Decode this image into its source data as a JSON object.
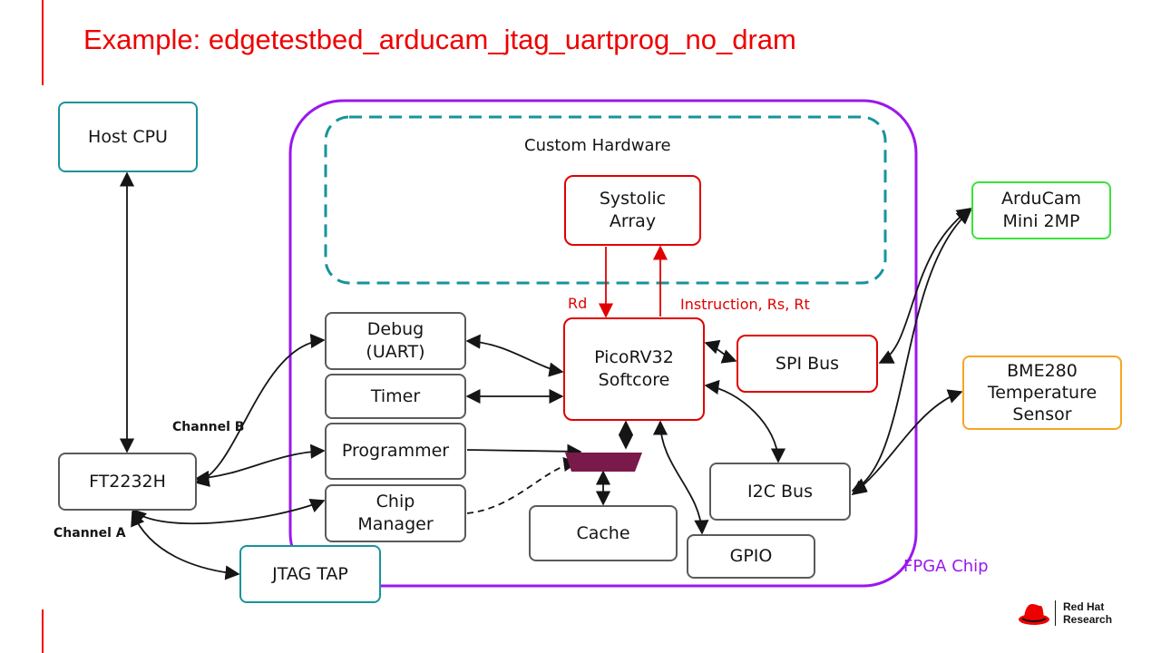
{
  "title": "Example: edgetestbed_arducam_jtag_uartprog_no_dram",
  "regions": {
    "fpga_chip": "FPGA Chip",
    "custom_hardware": "Custom Hardware"
  },
  "blocks": {
    "host_cpu": "Host CPU",
    "ft2232h": "FT2232H",
    "jtag_tap": "JTAG TAP",
    "debug_uart": "Debug\n(UART)",
    "timer": "Timer",
    "programmer": "Programmer",
    "chip_manager": "Chip\nManager",
    "systolic_array": "Systolic\nArray",
    "picorv32": "PicoRV32\nSoftcore",
    "cache": "Cache",
    "gpio": "GPIO",
    "spi_bus": "SPI Bus",
    "i2c_bus": "I2C Bus",
    "arducam": "ArduCam\nMini 2MP",
    "bme280": "BME280\nTemperature\nSensor"
  },
  "labels": {
    "channel_a": "Channel A",
    "channel_b": "Channel B",
    "rd": "Rd",
    "instruction": "Instruction, Rs, Rt"
  },
  "logo": {
    "brand": "Red Hat\nResearch"
  },
  "colors": {
    "title": "#ee0000",
    "fpga_border": "#9b17ee",
    "custom_hw_border": "#17939c",
    "red_block": "#e00000",
    "teal_block": "#17939c",
    "gray_block": "#5a5a5a",
    "arducam": "#39e339",
    "bme280": "#f5a623",
    "mux": "#7a1a4a"
  }
}
